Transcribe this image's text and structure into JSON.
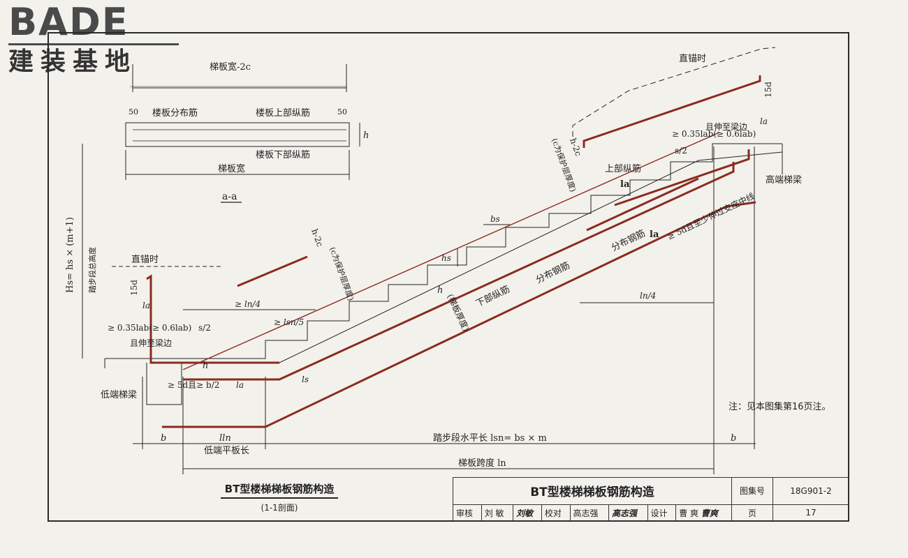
{
  "logo": {
    "latin": "BADE",
    "chinese": "建装基地"
  },
  "section_aa": {
    "top_width": "梯板宽-2c",
    "dist_50_left": "50",
    "dist_50_right": "50",
    "distribution_bar": "楼板分布筋",
    "top_long_bar": "楼板上部纵筋",
    "bottom_long_bar": "楼板下部纵筋",
    "h_label": "h",
    "slab_width": "梯板宽",
    "title": "a-a"
  },
  "labels": {
    "total_height": "Hs= hs × (m+1)",
    "total_height_cn": "踏步段总高度",
    "straight_anchor_low": "直锚时",
    "straight_anchor_high": "直锚时",
    "d15_low": "15d",
    "d15_high": "15d",
    "la_low": "la",
    "la_high": "la",
    "ln4_top": "≥ ln/4",
    "ln4_right": "ln/4",
    "anchor_low": "≥ 0.35lab(≥ 0.6lab)",
    "anchor_low2": "且伸至梁边",
    "anchor_high": "≥ 0.35lab(≥ 0.6lab)",
    "anchor_high2": "且伸至梁边",
    "s2_low": "s/2",
    "s2_high": "s/2",
    "lsn5": "≥ lsn/5",
    "h_low": "h",
    "h_2c_low": "h-2c",
    "cover_low": "(c为保护层厚度)",
    "h_2c_high": "h-2c",
    "cover_high": "(c为保护层厚度)",
    "five_d": "≥ 5d且≥ b/2",
    "la_bottom": "la",
    "ls_bottom": "ls",
    "low_beam": "低端梯梁",
    "high_beam": "高端梯梁",
    "bs": "bs",
    "hs": "hs",
    "h_slab": "h",
    "slab_thk": "(梯板厚度)",
    "bottom_long": "下部纵筋",
    "distribution": "分布钢筋",
    "top_long": "上部纵筋",
    "distribution_high": "分布钢筋",
    "la_box_top": "la",
    "la_box_mid": "la",
    "five_d_high": "≥ 5d且至少伸过支座中线",
    "b_left": "b",
    "ln_flat": "lln",
    "low_flat_len": "低端平板长",
    "horiz_len": "踏步段水平长  lsn= bs × m",
    "b_right": "b",
    "span": "梯板跨度  ln"
  },
  "note": "注：见本图集第16页注。",
  "caption": {
    "title": "BT型楼梯梯板钢筋构造",
    "subtitle": "(1-1剖面)"
  },
  "title_block": {
    "drawing_title": "BT型楼梯梯板钢筋构造",
    "atlas_label": "图集号",
    "atlas_no": "18G901-2",
    "review_label": "审核",
    "reviewer": "刘  敏",
    "reviewer_sig": "刘敏",
    "check_label": "校对",
    "checker": "高志强",
    "checker_sig": "高志强",
    "design_label": "设计",
    "designer": "曹  爽",
    "designer_sig": "曹爽",
    "page_label": "页",
    "page_no": "17"
  },
  "colors": {
    "rebar": "#8b2a1f",
    "line": "#222222",
    "paper": "#f3f1ec"
  }
}
